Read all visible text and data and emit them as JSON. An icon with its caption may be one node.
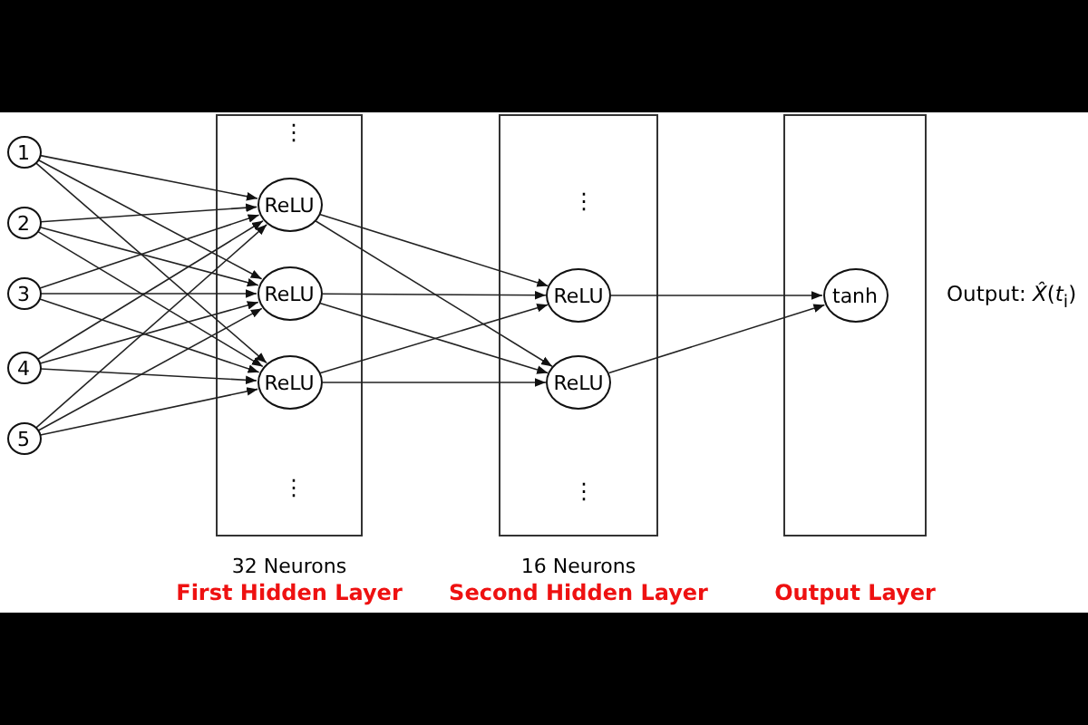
{
  "diagram": {
    "nodes": [
      {
        "text": [],
        "shape": "box",
        "beside": [
          "32 Neurons",
          "First Hidden Layer"
        ]
      },
      {
        "text": [],
        "shape": "box",
        "beside": [
          "16 Neurons",
          "Second Hidden Layer"
        ]
      },
      {
        "text": [],
        "shape": "box",
        "beside": [
          "Output Layer"
        ]
      },
      {
        "text": [
          "1"
        ]
      },
      {
        "text": [
          "2"
        ]
      },
      {
        "text": [
          "3"
        ]
      },
      {
        "text": [
          "4"
        ]
      },
      {
        "text": [
          "5"
        ]
      },
      {
        "text": [
          "ReLU"
        ],
        "in": 0
      },
      {
        "text": [
          "ReLU"
        ],
        "in": 0
      },
      {
        "text": [
          "ReLU"
        ],
        "in": 0
      },
      {
        "text": [
          "ReLU"
        ],
        "in": 1
      },
      {
        "text": [
          "ReLU"
        ],
        "in": 1
      },
      {
        "text": [
          "tanh"
        ],
        "in": 2
      }
    ],
    "edges": [
      {
        "from": 3,
        "to": 8,
        "arrow": "to"
      },
      {
        "from": 3,
        "to": 9,
        "arrow": "to"
      },
      {
        "from": 3,
        "to": 10,
        "arrow": "to"
      },
      {
        "from": 4,
        "to": 8,
        "arrow": "to"
      },
      {
        "from": 4,
        "to": 9,
        "arrow": "to"
      },
      {
        "from": 4,
        "to": 10,
        "arrow": "to"
      },
      {
        "from": 5,
        "to": 8,
        "arrow": "to"
      },
      {
        "from": 5,
        "to": 9,
        "arrow": "to"
      },
      {
        "from": 5,
        "to": 10,
        "arrow": "to"
      },
      {
        "from": 6,
        "to": 8,
        "arrow": "to"
      },
      {
        "from": 6,
        "to": 9,
        "arrow": "to"
      },
      {
        "from": 6,
        "to": 10,
        "arrow": "to"
      },
      {
        "from": 7,
        "to": 8,
        "arrow": "to"
      },
      {
        "from": 7,
        "to": 9,
        "arrow": "to"
      },
      {
        "from": 7,
        "to": 10,
        "arrow": "to"
      },
      {
        "from": 8,
        "to": 11,
        "arrow": "to"
      },
      {
        "from": 8,
        "to": 12,
        "arrow": "to"
      },
      {
        "from": 9,
        "to": 11,
        "arrow": "to"
      },
      {
        "from": 9,
        "to": 12,
        "arrow": "to"
      },
      {
        "from": 10,
        "to": 11,
        "arrow": "to"
      },
      {
        "from": 10,
        "to": 12,
        "arrow": "to"
      },
      {
        "from": 11,
        "to": 13,
        "arrow": "to"
      },
      {
        "from": 12,
        "to": 13,
        "arrow": "to"
      }
    ],
    "labels": [
      "⋮",
      "⋮",
      "⋮",
      "⋮",
      "Output: *X̂*(*t*$_{i}$)"
    ]
  }
}
